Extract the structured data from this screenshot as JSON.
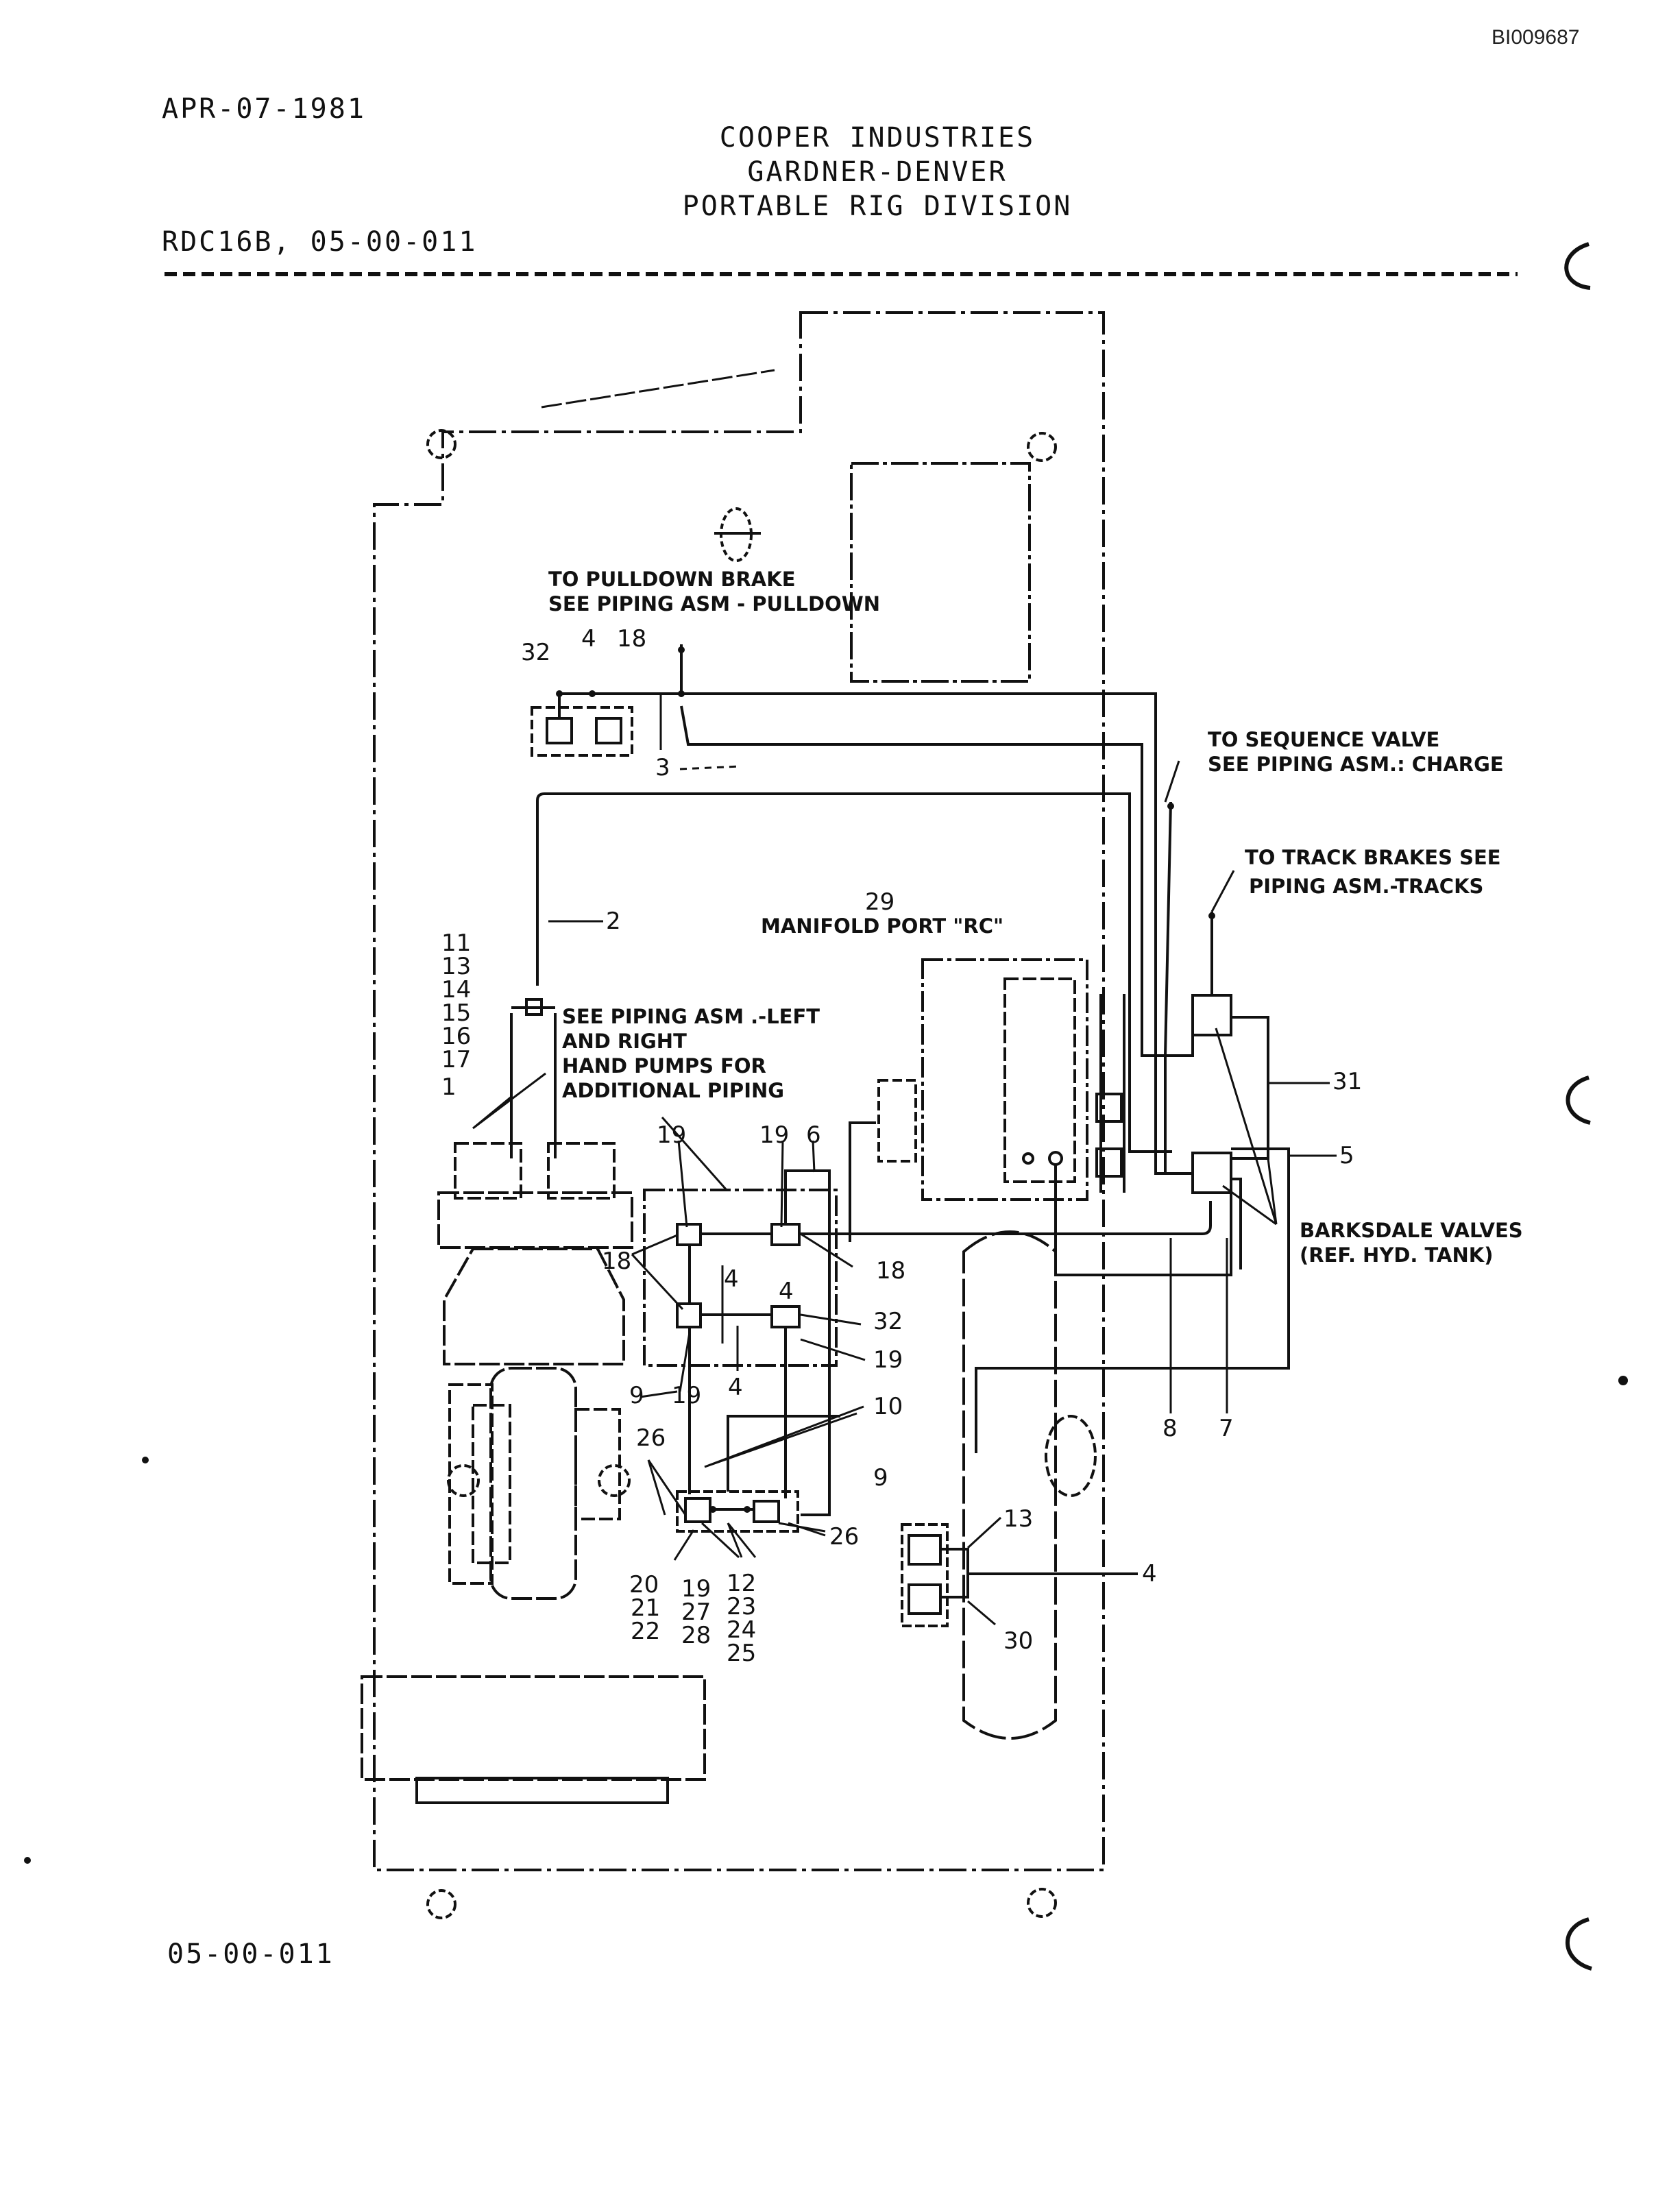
{
  "doc_id": "BI009687",
  "header": {
    "date": "APR-07-1981",
    "company": "COOPER INDUSTRIES",
    "division_1": "GARDNER-DENVER",
    "division_2": "PORTABLE RIG DIVISION",
    "doc_ref": "RDC16B, 05-00-011"
  },
  "footer": {
    "code": "05-00-011"
  },
  "callouts": {
    "pulldown_1": "TO PULLDOWN BRAKE",
    "pulldown_2": "SEE PIPING ASM - PULLDOWN",
    "sequence_1": "TO SEQUENCE VALVE",
    "sequence_2": "SEE PIPING ASM.: CHARGE",
    "track_1": "TO TRACK BRAKES SEE",
    "track_2": "PIPING ASM.-TRACKS",
    "manifold": "MANIFOLD PORT \"RC\"",
    "handpump_1": "SEE PIPING ASM .-LEFT",
    "handpump_2": "AND RIGHT",
    "handpump_3": "HAND PUMPS FOR",
    "handpump_4": "ADDITIONAL PIPING",
    "barksdale_1": "BARKSDALE VALVES",
    "barksdale_2": "(REF. HYD. TANK)"
  },
  "part_numbers": {
    "n32a": "32",
    "n4a": "4",
    "n18a": "18",
    "n3": "3",
    "n2": "2",
    "n29": "29",
    "n11": "11",
    "n13a": "13",
    "n14": "14",
    "n15": "15",
    "n16": "16",
    "n17": "17",
    "n1": "1",
    "n19a": "19",
    "n19b": "19",
    "n6": "6",
    "n18b": "18",
    "n18c": "18",
    "n4b": "4",
    "n4c": "4",
    "n32b": "32",
    "n19c": "19",
    "n19d": "19",
    "n4d": "4",
    "n9a": "9",
    "n10": "10",
    "n26a": "26",
    "n9b": "9",
    "n26b": "26",
    "n20": "20",
    "n21": "21",
    "n22": "22",
    "n19e": "19",
    "n27": "27",
    "n28": "28",
    "n12": "12",
    "n23": "23",
    "n24": "24",
    "n25": "25",
    "n13b": "13",
    "n4e": "4",
    "n30": "30",
    "n31": "31",
    "n5": "5",
    "n8": "8",
    "n7": "7"
  }
}
